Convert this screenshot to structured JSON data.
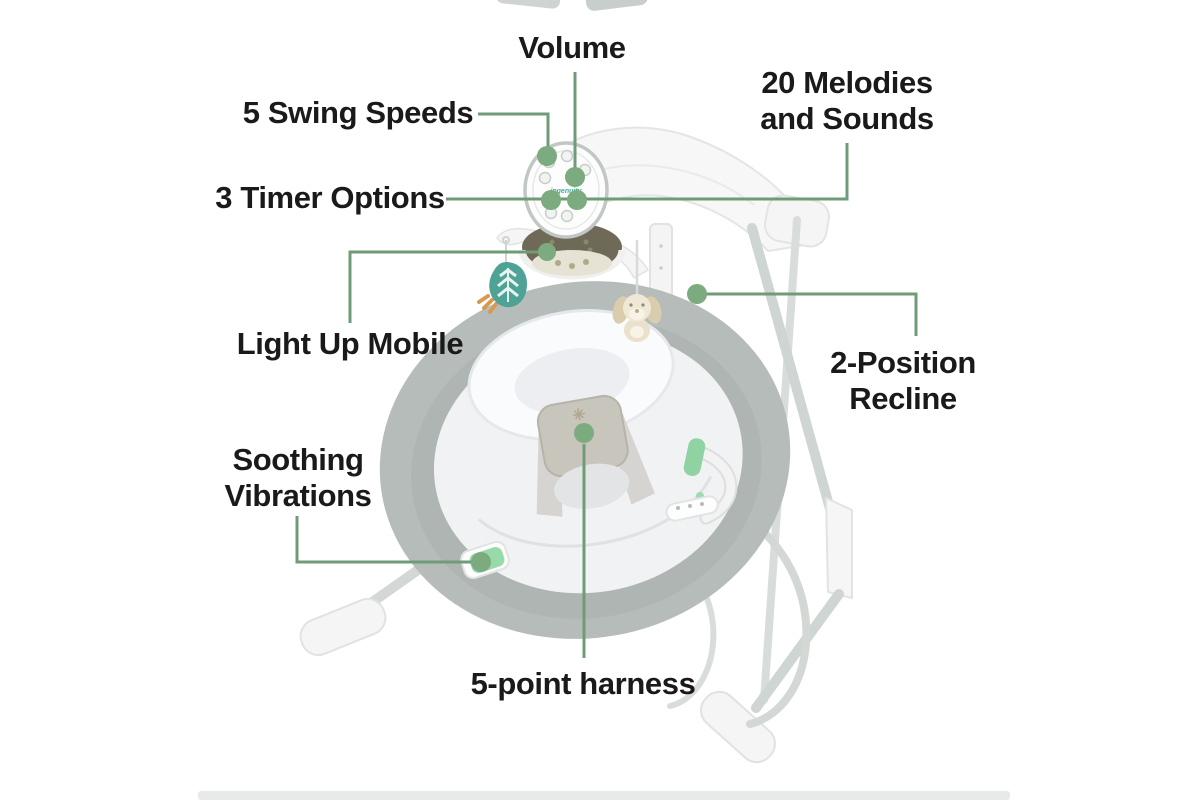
{
  "figure": {
    "description": "Baby swing product feature callout diagram",
    "brand_logo": "ingenuity",
    "colors": {
      "callout_line": "#6f9c77",
      "callout_dot": "#7cab80",
      "label_text": "#1a1a1a",
      "background": "#ffffff",
      "accent_mint": "#97dbab",
      "leaf_teal": "#4fa396",
      "seat_gray": "#b6bcba"
    }
  },
  "callouts": [
    {
      "id": "volume",
      "label": "Volume",
      "lines": [
        "Volume"
      ]
    },
    {
      "id": "swing-speeds",
      "label": "5 Swing Speeds",
      "lines": [
        "5 Swing Speeds"
      ]
    },
    {
      "id": "timer-options",
      "label": "3 Timer Options",
      "lines": [
        "3 Timer Options"
      ]
    },
    {
      "id": "melodies-sounds",
      "label": "20 Melodies and Sounds",
      "lines": [
        "20 Melodies",
        "and Sounds"
      ]
    },
    {
      "id": "light-up-mobile",
      "label": "Light Up Mobile",
      "lines": [
        "Light Up Mobile"
      ]
    },
    {
      "id": "recline",
      "label": "2-Position Recline",
      "lines": [
        "2-Position",
        "Recline"
      ]
    },
    {
      "id": "vibrations",
      "label": "Soothing Vibrations",
      "lines": [
        "Soothing",
        "Vibrations"
      ]
    },
    {
      "id": "harness",
      "label": "5-point harness",
      "lines": [
        "5-point harness"
      ]
    }
  ]
}
